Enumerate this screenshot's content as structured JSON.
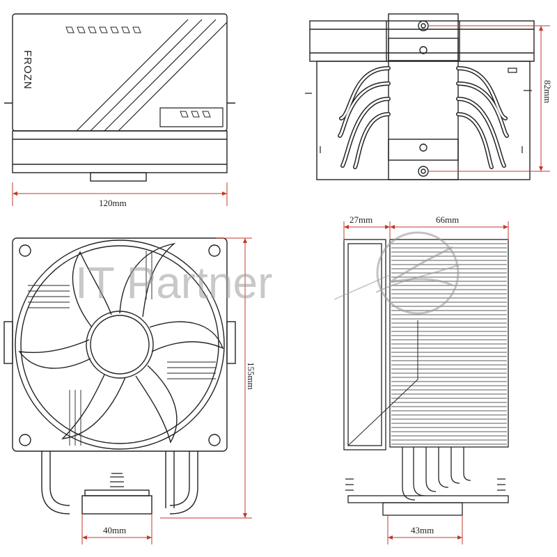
{
  "brand": {
    "name": "FROZN"
  },
  "watermark": {
    "text": "IT Partner"
  },
  "dimensions": {
    "top_width": "120mm",
    "side_height": "82mm",
    "front_height": "155mm",
    "front_base_width": "40mm",
    "right_fan_depth": "27mm",
    "right_heatsink_depth": "66mm",
    "right_base_width": "43mm"
  },
  "colors": {
    "line": "#222222",
    "dimension": "#c0392b",
    "watermark": "#9a9a9a"
  }
}
